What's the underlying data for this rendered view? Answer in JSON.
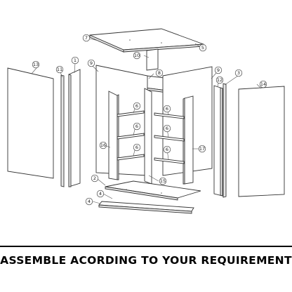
{
  "caption": "ASSEMBLE ACORDING TO YOUR REQUIREMENT",
  "part_labels": [
    "1",
    "2",
    "3",
    "4",
    "4",
    "5",
    "6",
    "6",
    "6",
    "6",
    "6",
    "6",
    "7",
    "8",
    "9",
    "9",
    "10",
    "11",
    "12",
    "13",
    "14",
    "15",
    "16",
    "17"
  ],
  "colors": {
    "line": "#333333",
    "edge_fill": "#e6e6e6",
    "caption": "#000000"
  }
}
